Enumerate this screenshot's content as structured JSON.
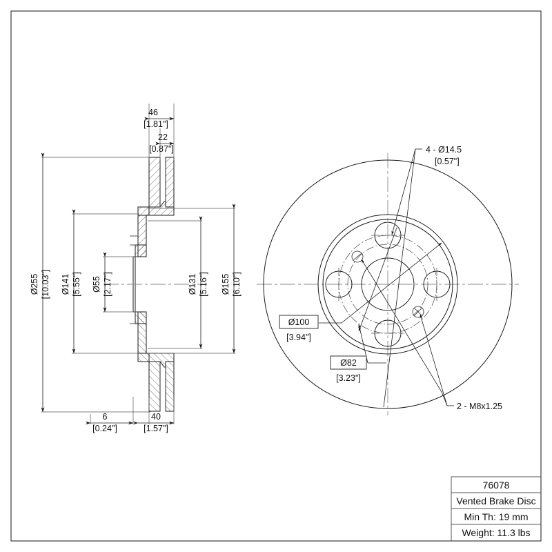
{
  "sheet": {
    "title_block": {
      "part_number": "76078",
      "description": "Vented Brake Disc",
      "min_thickness": "Min Th: 19 mm",
      "weight": "Weight: 11.3 lbs"
    }
  },
  "section_view": {
    "name": "cross-section-view",
    "dimensions": {
      "overall_diameter": {
        "mm": "Ø255",
        "inch": "[10.03\"]"
      },
      "hat_outer_diameter": {
        "mm": "Ø141",
        "inch": "[5.55\"]"
      },
      "center_bore_diameter": {
        "mm": "Ø55",
        "inch": "[2.17\"]"
      },
      "inner_pad_diameter": {
        "mm": "Ø131",
        "inch": "[5.16\"]"
      },
      "friction_inner_diameter": {
        "mm": "Ø155",
        "inch": "[6.10\"]"
      },
      "overall_thickness": {
        "mm": "46",
        "inch": "[1.81\"]"
      },
      "disc_thickness": {
        "mm": "22",
        "inch": "[0.87\"]"
      },
      "hat_wall": {
        "mm": "6",
        "inch": "[0.24\"]"
      },
      "hat_height": {
        "mm": "40",
        "inch": "[1.57\"]"
      }
    }
  },
  "face_view": {
    "name": "face-view",
    "callouts": {
      "lug_holes": {
        "line1": "4 - Ø14.5",
        "line2": "[0.57\"]"
      },
      "bolt_circle": {
        "mm": "Ø100",
        "inch": "[3.94\"]"
      },
      "pilot_diameter": {
        "mm": "Ø82",
        "inch": "[3.23\"]"
      },
      "threaded_holes": "2 - M8x1.25"
    }
  }
}
